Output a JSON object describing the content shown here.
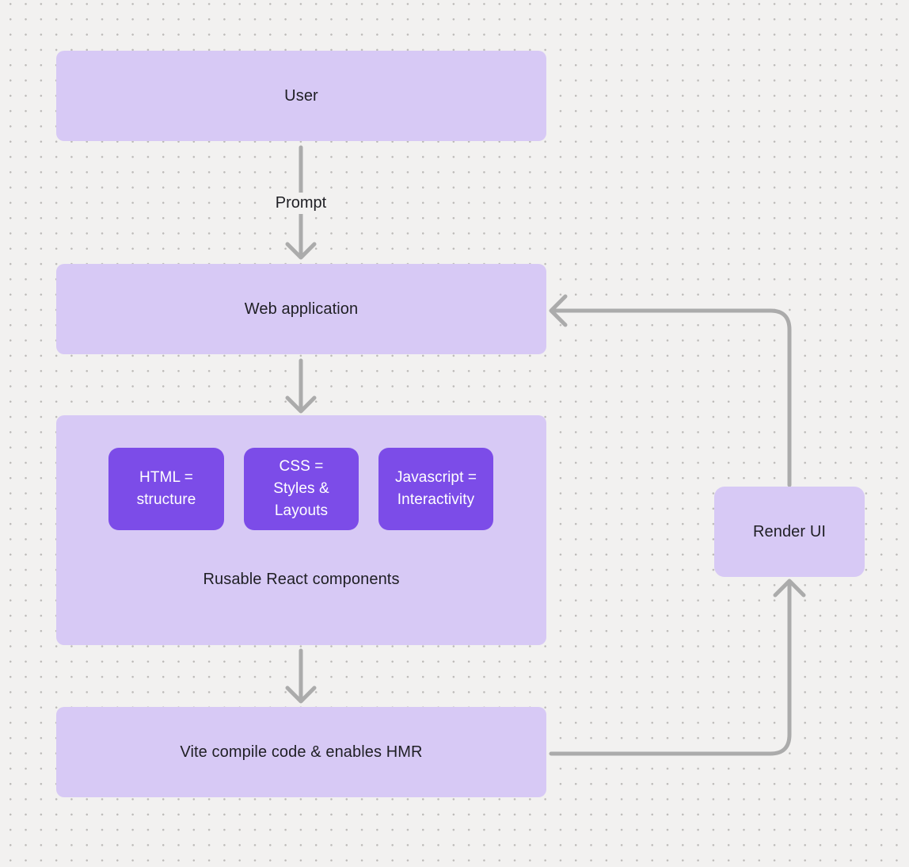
{
  "canvas": {
    "background": "#f2f1f0",
    "dot_color": "#bcbab8"
  },
  "colors": {
    "node_fill": "#d7c9f5",
    "component_fill": "#7c4ce8",
    "connector": "#ababab",
    "text_dark": "#1f1f24",
    "text_light": "#ffffff"
  },
  "nodes": {
    "user": {
      "label": "User"
    },
    "web_application": {
      "label": "Web application"
    },
    "react_components": {
      "caption": "Rusable React components",
      "children": [
        {
          "label": "HTML = structure"
        },
        {
          "label": "CSS = Styles & Layouts"
        },
        {
          "label": "Javascript = Interactivity"
        }
      ]
    },
    "vite": {
      "label": "Vite compile code & enables HMR"
    },
    "render_ui": {
      "label": "Render UI"
    }
  },
  "edges": {
    "prompt_label": "Prompt"
  }
}
